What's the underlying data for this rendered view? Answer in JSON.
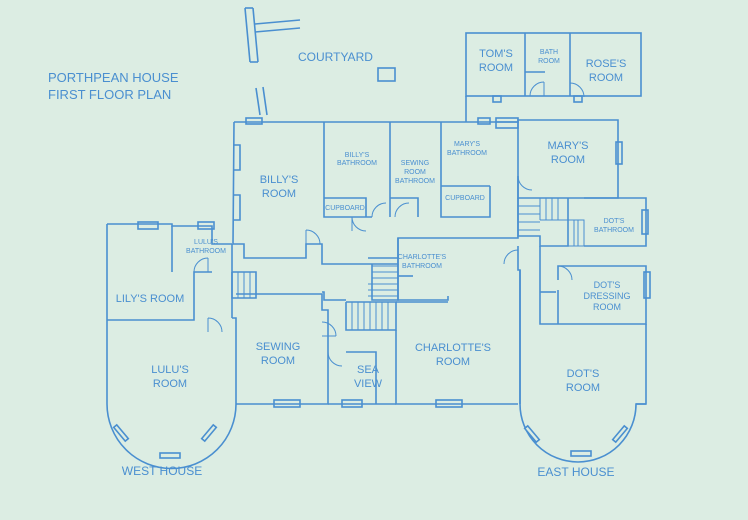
{
  "title": {
    "line1": "PORTHPEAN HOUSE",
    "line2": "FIRST  FLOOR PLAN"
  },
  "labels": {
    "courtyard": "COURTYARD",
    "toms_room": [
      "TOM'S",
      "ROOM"
    ],
    "bath_room": [
      "BATH",
      "ROOM"
    ],
    "roses_room": [
      "ROSE'S",
      "ROOM"
    ],
    "marys_room": [
      "MARY'S",
      "ROOM"
    ],
    "marys_bathroom": [
      "MARY'S",
      "BATHROOM"
    ],
    "billys_bathroom": [
      "BILLY'S",
      "BATHROOM"
    ],
    "sewing_room_bathroom": [
      "SEWING",
      "ROOM",
      "BATHROOM"
    ],
    "billys_room": [
      "BILLY'S",
      "ROOM"
    ],
    "cupboard_left": "CUPBOARD",
    "cupboard_right": "CUPBOARD",
    "lulus_bathroom": [
      "LULU'S",
      "BATHROOM"
    ],
    "lilys_room": "LILY'S ROOM",
    "lulus_room": [
      "LULU'S",
      "ROOM"
    ],
    "sewing_room": [
      "SEWING",
      "ROOM"
    ],
    "sea_view": [
      "SEA",
      "VIEW"
    ],
    "charlottes_bathroom": [
      "CHARLOTTE'S",
      "BATHROOM"
    ],
    "charlottes_room": [
      "CHARLOTTE'S",
      "ROOM"
    ],
    "dots_bathroom": [
      "DOT'S",
      "BATHROOM"
    ],
    "dots_dressing_room": [
      "DOT'S",
      "DRESSING",
      "ROOM"
    ],
    "dots_room": [
      "DOT'S",
      "ROOM"
    ],
    "west_house": "WEST HOUSE",
    "east_house": "EAST HOUSE"
  },
  "colors": {
    "background": "#dcede3",
    "lines": "#4a8fd0"
  }
}
